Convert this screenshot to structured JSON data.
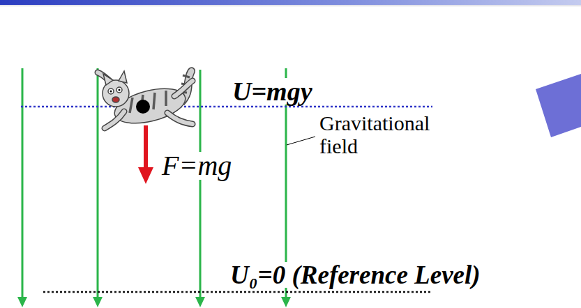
{
  "diagram": {
    "labels": [
      "U=mgy",
      "Gravitational field",
      "F=mg",
      "U₀=0 (Reference Level)"
    ]
  }
}
